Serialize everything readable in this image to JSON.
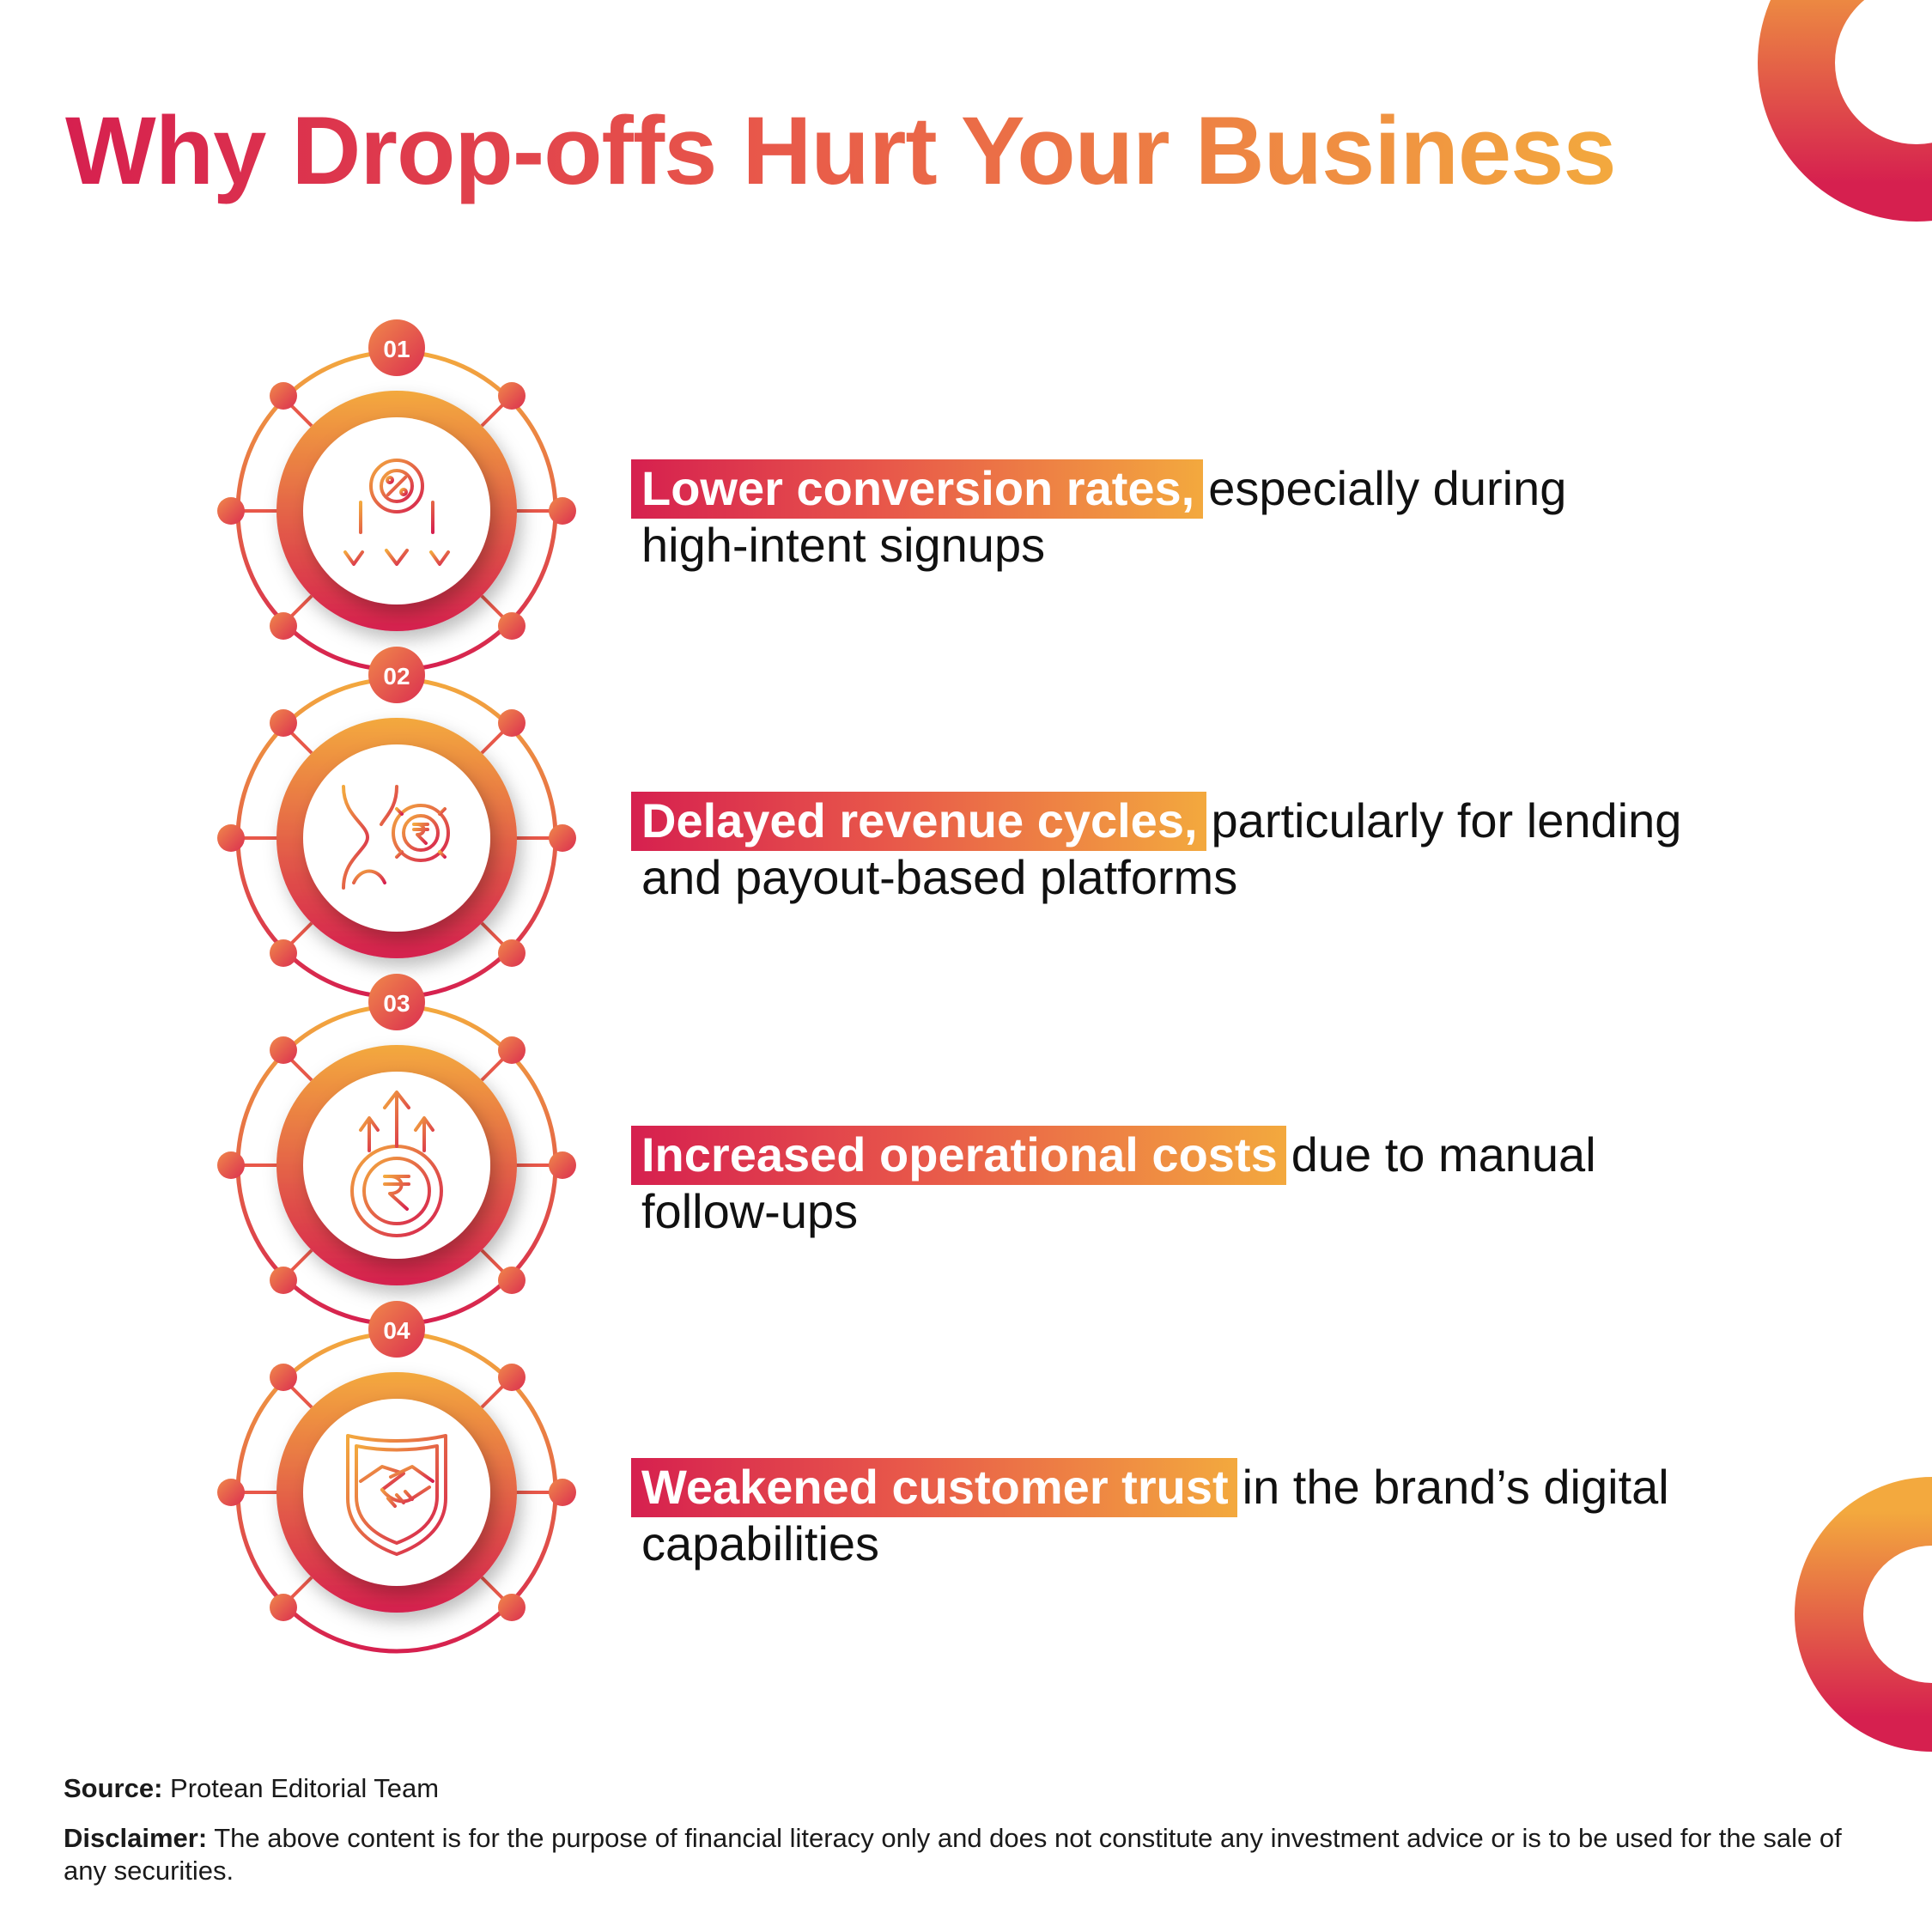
{
  "title": "Why Drop-offs Hurt Your Business",
  "colors": {
    "accent_start": "#d6204f",
    "accent_mid": "#e8584a",
    "accent_end": "#f3a93e"
  },
  "steps": [
    {
      "number": "01",
      "icon": "percent-drop-icon",
      "highlight": "Lower conversion rates,",
      "rest": "especially during",
      "line2": "high-intent signups"
    },
    {
      "number": "02",
      "icon": "hourglass-gear-rupee-icon",
      "highlight": "Delayed revenue cycles,",
      "rest": "particularly for lending",
      "line2": "and payout-based platforms"
    },
    {
      "number": "03",
      "icon": "rupee-arrows-up-icon",
      "highlight": "Increased operational costs",
      "rest": "due to manual",
      "line2": "follow-ups"
    },
    {
      "number": "04",
      "icon": "shield-handshake-icon",
      "highlight": "Weakened customer trust",
      "rest": "in the brand’s digital",
      "line2": "capabilities"
    }
  ],
  "footer": {
    "source_label": "Source:",
    "source_text": "Protean Editorial Team",
    "disclaimer_label": "Disclaimer:",
    "disclaimer_text": "The above content is for the purpose of financial literacy only and does not constitute any investment advice or is to be used for the sale of any securities."
  }
}
